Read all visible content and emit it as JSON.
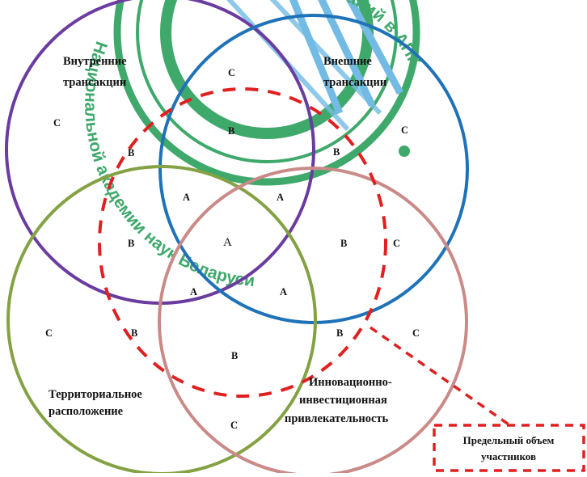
{
  "circles": {
    "internal": {
      "label_line1": "Внутренние",
      "label_line2": "трансакции",
      "color": "#6b3ca0"
    },
    "external": {
      "label_line1": "Внешние",
      "label_line2": "трансакции",
      "color": "#1f72b8"
    },
    "territorial": {
      "label_line1": "Территориальное",
      "label_line2": "расположение",
      "color": "#84a244"
    },
    "innovation": {
      "label_line1": "Инновационно-",
      "label_line2": "инвестиционная",
      "label_line3": "привлекательность",
      "color": "#c98a88"
    }
  },
  "boundary": {
    "label_line1": "Предельный объем",
    "label_line2": "участников",
    "color": "#e02020"
  },
  "zones": {
    "a": "A",
    "b": "B",
    "c": "C"
  },
  "watermark": {
    "outer_text": "Национальной академии наук Беларуси",
    "inner_text": "исследований в АПК",
    "color": "#1e9a52",
    "secondary_color": "#5bb0e0"
  }
}
